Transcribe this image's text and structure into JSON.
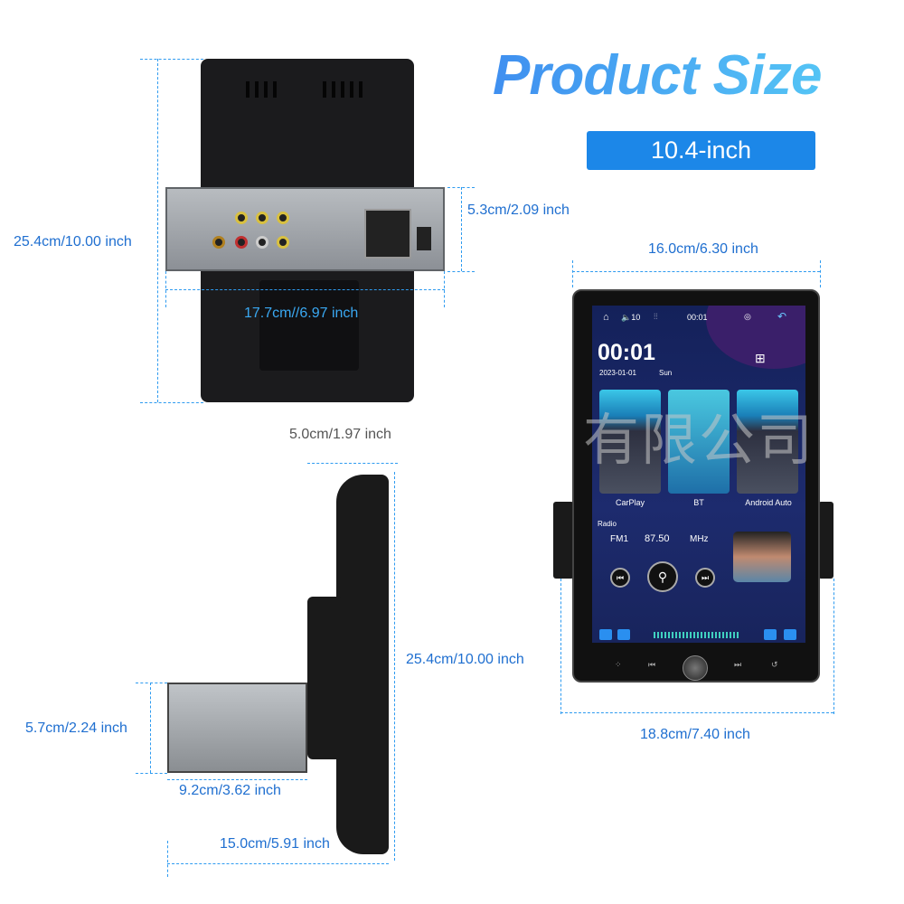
{
  "title": "Product Size",
  "badge": "10.4-inch",
  "dimensions": {
    "back_height": "25.4cm/10.00 inch",
    "chassis_height": "5.3cm/2.09 inch",
    "chassis_width": "17.7cm//6.97 inch",
    "screen_width": "16.0cm/6.30 inch",
    "screen_height": "25.4cm/10.00 inch",
    "overall_width": "18.8cm/7.40 inch",
    "side_depth": "5.0cm/1.97 inch",
    "side_chassis_height": "5.7cm/2.24 inch",
    "side_chassis_depth": "9.2cm/3.62 inch",
    "side_total_depth": "15.0cm/5.91 inch"
  },
  "screen": {
    "volume": "10",
    "status_time": "00:01",
    "clock": "00:01",
    "date": "2023-01-01",
    "weekday": "Sun",
    "apps": [
      "CarPlay",
      "BT",
      "Android Auto"
    ],
    "radio_label": "Radio",
    "band": "FM1",
    "frequency": "87.50",
    "unit": "MHz"
  },
  "watermark": "有限公司",
  "colors": {
    "accent": "#1c87e8",
    "dim_line": "#2e9bf0"
  }
}
